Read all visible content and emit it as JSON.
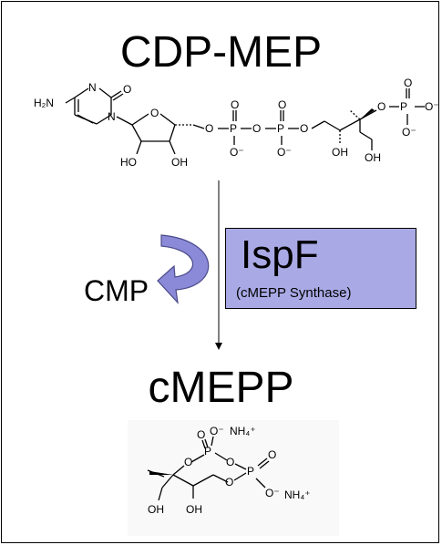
{
  "diagram": {
    "substrate": "CDP-MEP",
    "product": "cMEPP",
    "enzyme": {
      "name": "IspF",
      "description": "(cMEPP Synthase)"
    },
    "byproduct": "CMP"
  },
  "colors": {
    "enzyme_box": "#a9a9e6",
    "curved_arrow": "#8a8ad8"
  },
  "cdp_mep_structure": {
    "amine": "H₂N",
    "n_ring": "N",
    "o_keto": "O",
    "n_glyco": "N",
    "o_furan": "O",
    "ho_left": "HO",
    "oh_right": "OH",
    "o_bridge_1": "O",
    "p_1": "P",
    "o_top_1": "O",
    "o_minus_1": "O⁻",
    "o_bridge_2": "O",
    "p_2": "P",
    "o_top_2": "O",
    "o_minus_2": "O⁻",
    "o_bridge_3": "O",
    "oh_c2": "OH",
    "oh_c1": "OH",
    "o_bridge_4": "O",
    "p_3": "P",
    "o_top_3": "O",
    "o_minus_3a": "O⁻",
    "o_minus_3b": "O⁻"
  },
  "cmepp_structure": {
    "o_ring_1": "O",
    "p_a": "P",
    "o_a_double": "O",
    "o_a_minus": "O⁻",
    "nh4_a": "NH₄⁺",
    "o_bridge": "O",
    "p_b": "P",
    "o_b_double": "O",
    "o_ring_2": "O",
    "o_b_minus": "O⁻",
    "nh4_b": "NH₄⁺",
    "oh_left": "OH",
    "oh_right": "OH"
  }
}
